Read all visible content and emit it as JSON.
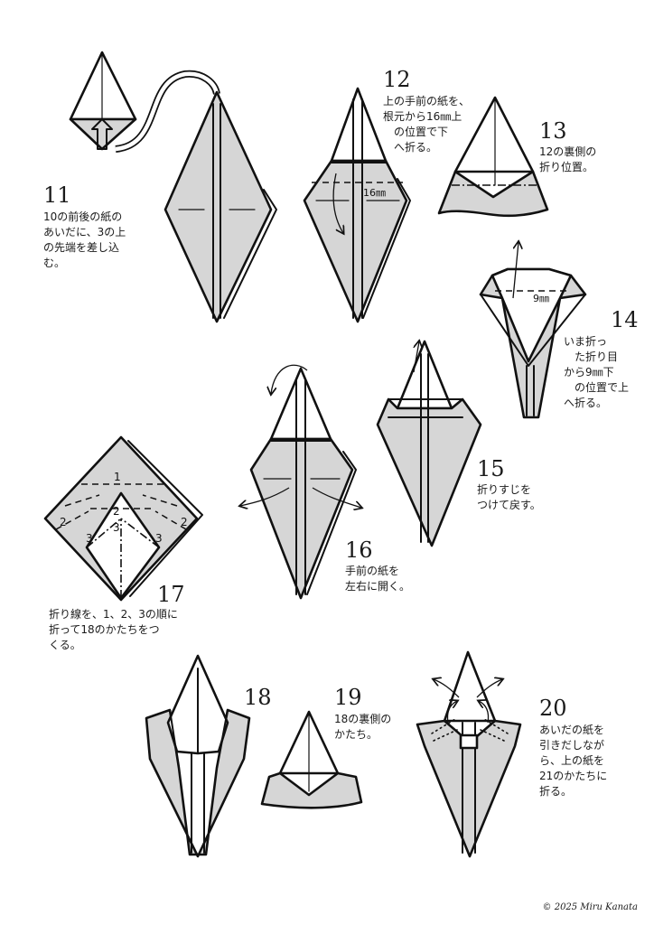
{
  "steps": [
    {
      "number": "11",
      "text": "10の前後の紙の\nあいだに、3の上\nの先端を差し込\nむ。"
    },
    {
      "number": "12",
      "text": "上の手前の紙を、\n根元から16㎜上\n　の位置で下\n　へ折る。",
      "measure": "16㎜"
    },
    {
      "number": "13",
      "text": "12の裏側の\n折り位置。"
    },
    {
      "number": "14",
      "text": "いま折っ\n　た折り目\nから9㎜下\n　の位置で上\nへ折る。",
      "measure": "9㎜"
    },
    {
      "number": "15",
      "text": "折りすじを\nつけて戻す。"
    },
    {
      "number": "16",
      "text": "手前の紙を\n左右に開く。"
    },
    {
      "number": "17",
      "text": "折り線を、1、2、3の順に\n折って18のかたちをつ\nくる。",
      "labels": [
        "1",
        "2",
        "2",
        "2",
        "3",
        "3",
        "3"
      ]
    },
    {
      "number": "18",
      "text": ""
    },
    {
      "number": "19",
      "text": "18の裏側の\nかたち。"
    },
    {
      "number": "20",
      "text": "あいだの紙を\n引きだしなが\nら、上の紙を\n21のかたちに\n折る。"
    }
  ],
  "copyright": "© 2025 Miru Kanata",
  "colors": {
    "paper": "#d6d6d6",
    "white_side": "#ffffff",
    "line": "#111111"
  }
}
